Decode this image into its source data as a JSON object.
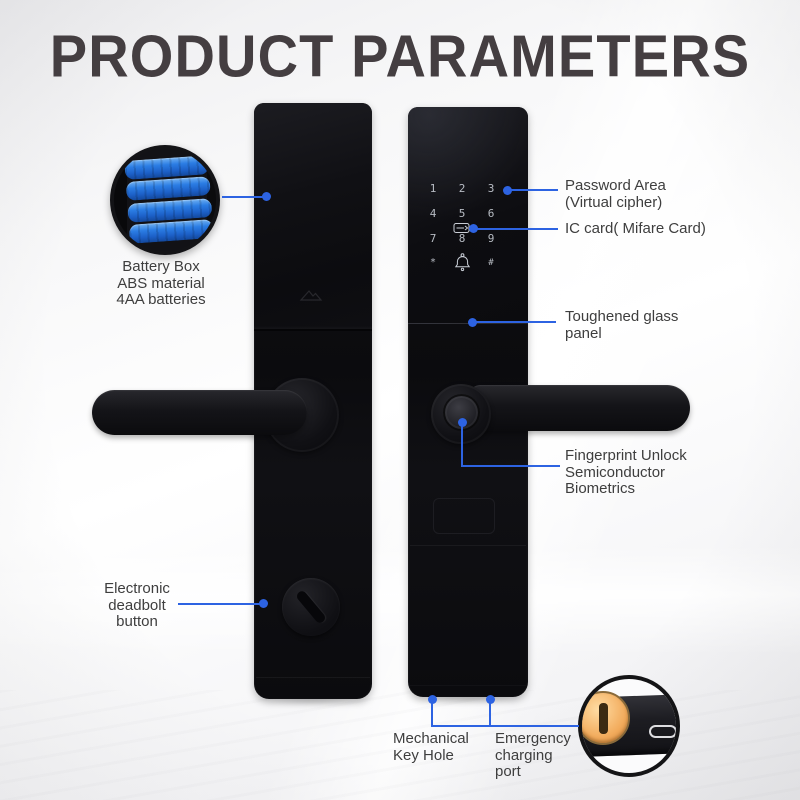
{
  "title": "PRODUCT PARAMETERS",
  "callouts": {
    "battery": {
      "lines": [
        "Battery Box",
        "ABS material",
        "4AA batteries"
      ]
    },
    "password": {
      "lines": [
        "Password Area",
        "(Virtual cipher)"
      ]
    },
    "ic_card": {
      "lines": [
        "IC card( Mifare Card)"
      ]
    },
    "glass": {
      "lines": [
        "Toughened glass",
        "panel"
      ]
    },
    "fingerprint": {
      "lines": [
        "Fingerprint Unlock",
        "Semiconductor",
        "Biometrics"
      ]
    },
    "deadbolt": {
      "lines": [
        "Electronic",
        "deadbolt",
        "button"
      ]
    },
    "key_hole": {
      "lines": [
        "Mechanical",
        "Key Hole"
      ]
    },
    "charging": {
      "lines": [
        "Emergency",
        "charging",
        "port"
      ]
    }
  },
  "keypad": {
    "digits": [
      [
        "1",
        "2",
        "3"
      ],
      [
        "4",
        "5",
        "6"
      ],
      [
        "7",
        "8",
        "9"
      ]
    ],
    "star": "*",
    "hash": "#",
    "bell_icon": "doorbell-icon",
    "card_icon": "ic-card-icon"
  },
  "icons": {
    "brand_logo": "mountain-triangle-logo-icon",
    "keyhole": "key-cylinder-icon",
    "usb_port": "usb-c-port-icon"
  },
  "colors": {
    "accent_line": "#2d63e2",
    "battery_blue": "#2574e0",
    "keyhole_gold": "#f2ae63",
    "title_text": "#443e41",
    "label_text": "#3e3e3e",
    "lock_black": "#0d0d10"
  }
}
